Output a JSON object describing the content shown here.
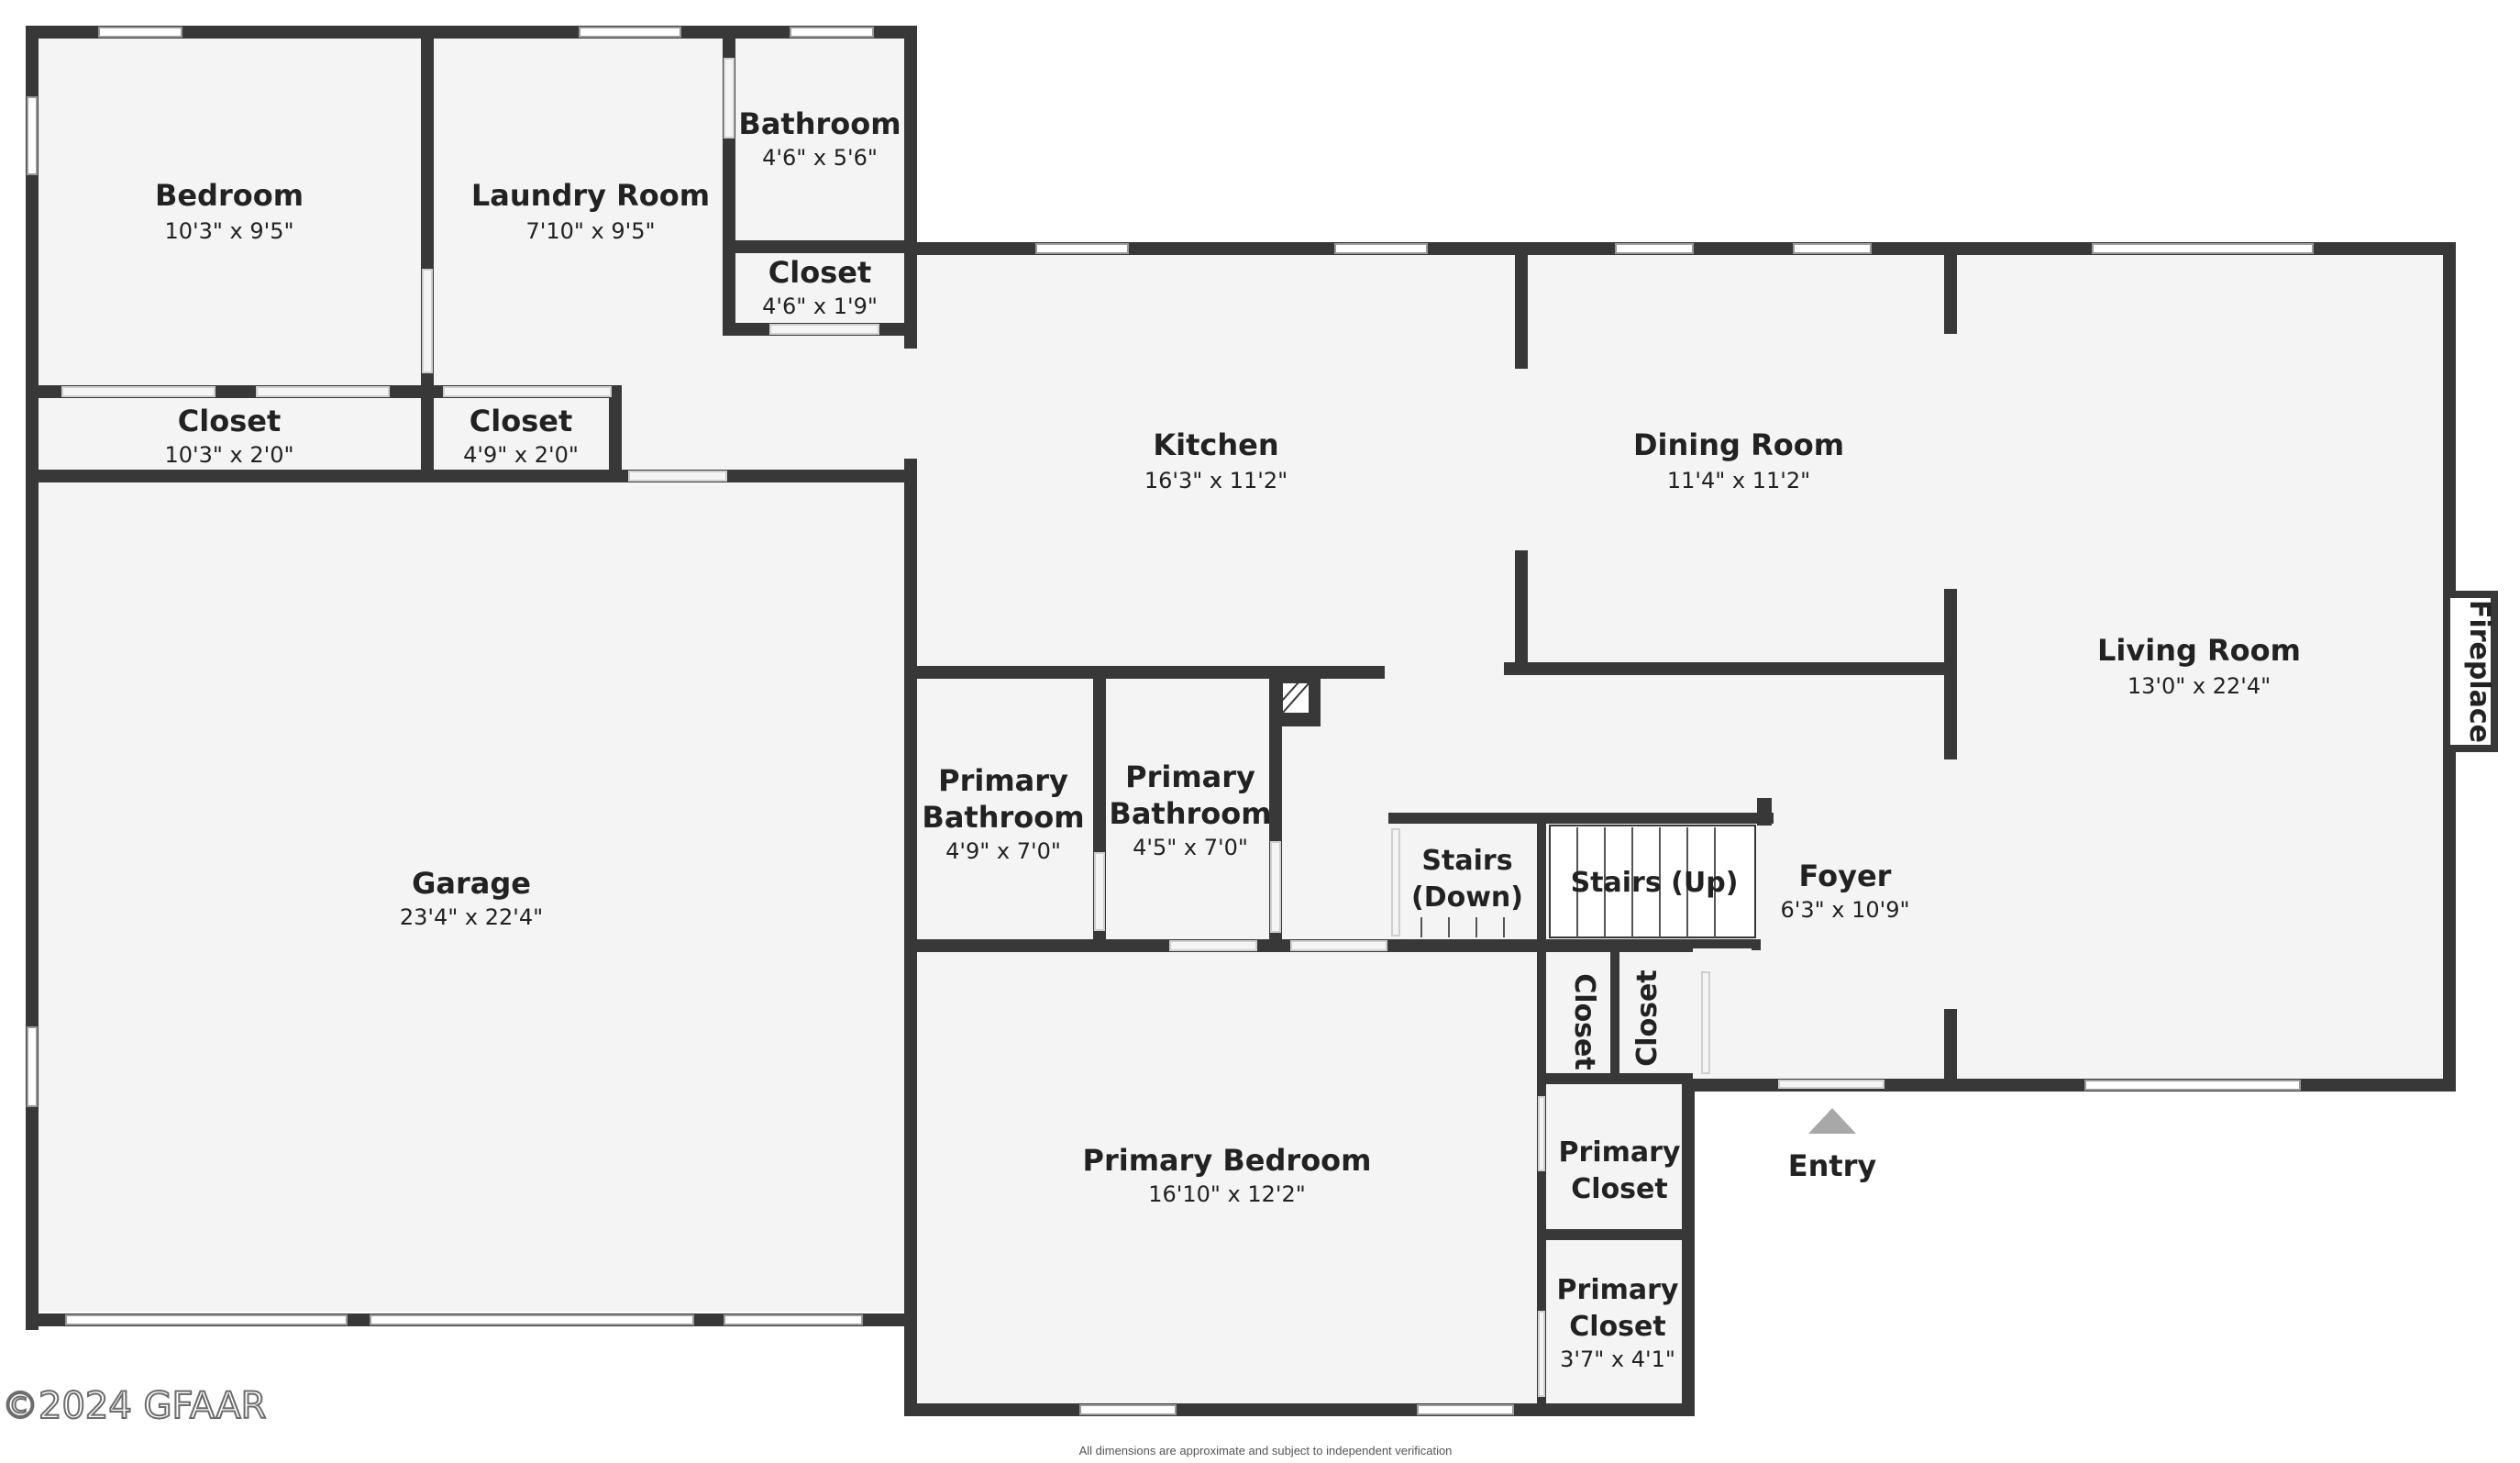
{
  "rooms": {
    "bedroom": {
      "name": "Bedroom",
      "dims": "10'3\" x 9'5\""
    },
    "laundry": {
      "name": "Laundry Room",
      "dims": "7'10\" x 9'5\""
    },
    "bathroom": {
      "name": "Bathroom",
      "dims": "4'6\" x 5'6\""
    },
    "closet_small": {
      "name": "Closet",
      "dims": "4'6\" x 1'9\""
    },
    "closet_bed": {
      "name": "Closet",
      "dims": "10'3\" x 2'0\""
    },
    "closet_laundry": {
      "name": "Closet",
      "dims": "4'9\" x 2'0\""
    },
    "kitchen": {
      "name": "Kitchen",
      "dims": "16'3\" x 11'2\""
    },
    "dining": {
      "name": "Dining Room",
      "dims": "11'4\" x 11'2\""
    },
    "living": {
      "name": "Living Room",
      "dims": "13'0\" x 22'4\""
    },
    "fireplace": {
      "name": "Fireplace"
    },
    "garage": {
      "name": "Garage",
      "dims": "23'4\" x 22'4\""
    },
    "primary_bath_1": {
      "name_line1": "Primary",
      "name_line2": "Bathroom",
      "dims": "4'9\" x 7'0\""
    },
    "primary_bath_2": {
      "name_line1": "Primary",
      "name_line2": "Bathroom",
      "dims": "4'5\" x 7'0\""
    },
    "stairs_down": {
      "name_line1": "Stairs",
      "name_line2": "(Down)"
    },
    "stairs_up": {
      "name": "Stairs (Up)"
    },
    "foyer": {
      "name": "Foyer",
      "dims": "6'3\" x 10'9\""
    },
    "closet_v1": {
      "name": "Closet"
    },
    "closet_v2": {
      "name": "Closet"
    },
    "primary_bedroom": {
      "name": "Primary Bedroom",
      "dims": "16'10\" x 12'2\""
    },
    "primary_closet_1": {
      "name_line1": "Primary",
      "name_line2": "Closet"
    },
    "primary_closet_2": {
      "name_line1": "Primary",
      "name_line2": "Closet",
      "dims": "3'7\" x 4'1\""
    }
  },
  "entry": {
    "label": "Entry"
  },
  "copyright": "©2024 GFAAR",
  "footer": "All dimensions are approximate and subject to independent verification",
  "colors": {
    "wall": "#383838",
    "floor": "#f4f4f4",
    "entry_marker": "#a8a8a8"
  }
}
